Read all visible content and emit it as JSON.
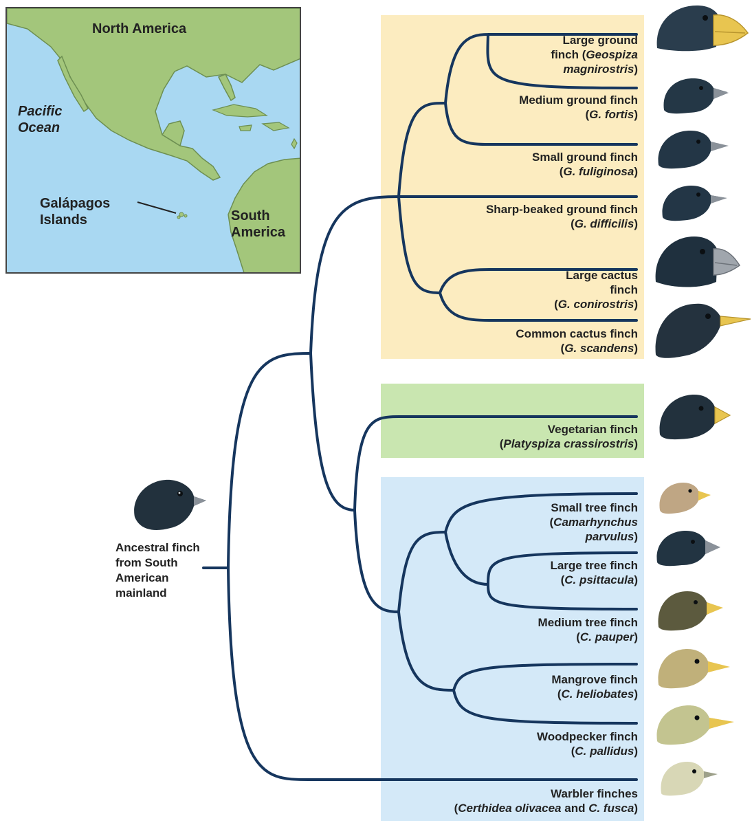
{
  "map": {
    "labels": {
      "north_america": "North America",
      "pacific_ocean": "Pacific\nOcean",
      "galapagos": "Galápagos\nIslands",
      "south_america": "South\nAmerica"
    },
    "colors": {
      "water": "#a9d8f2",
      "land": "#a3c67b",
      "coast": "#6d8f52"
    }
  },
  "ancestor": {
    "label": "Ancestral finch\nfrom South\nAmerican\nmainland"
  },
  "groups": {
    "ground_finches": {
      "color": "#fcecc0",
      "species": [
        {
          "name": "Large ground\nfinch (",
          "sci": "Geospiza\nmagnirostris",
          "close": ")"
        },
        {
          "name": "Medium ground finch\n(",
          "sci": "G. fortis",
          "close": ")"
        },
        {
          "name": "Small ground finch\n(",
          "sci": "G. fuliginosa",
          "close": ")"
        },
        {
          "name": "Sharp-beaked ground finch\n(",
          "sci": "G. difficilis",
          "close": ")"
        },
        {
          "name": "Large cactus\nfinch\n(",
          "sci": "G. conirostris",
          "close": ")"
        },
        {
          "name": "Common cactus finch\n(",
          "sci": "G. scandens",
          "close": ")"
        }
      ]
    },
    "vegetarian_finch": {
      "color": "#c9e6b0",
      "species": [
        {
          "name": "Vegetarian finch\n(",
          "sci": "Platyspiza crassirostris",
          "close": ")"
        }
      ]
    },
    "tree_finches": {
      "color": "#d4e9f8",
      "species": [
        {
          "name": "Small tree finch\n(",
          "sci": "Camarhynchus\nparvulus",
          "close": ")"
        },
        {
          "name": "Large tree finch\n(",
          "sci": "C. psittacula",
          "close": ")"
        },
        {
          "name": "Medium tree finch\n(",
          "sci": "C. pauper",
          "close": ")"
        },
        {
          "name": "Mangrove finch\n(",
          "sci": "C. heliobates",
          "close": ")"
        },
        {
          "name": "Woodpecker finch\n(",
          "sci": "C. pallidus",
          "close": ")"
        },
        {
          "name": "Warbler finches\n(",
          "sci": "Certhidea olivacea",
          "mid": " and ",
          "sci2": "C. fusca",
          "close": ")"
        }
      ]
    }
  },
  "colors": {
    "branch": "#16365e",
    "dark_bird": "#22313d",
    "beak_yellow": "#e8c550",
    "beak_gray": "#8a9199"
  }
}
